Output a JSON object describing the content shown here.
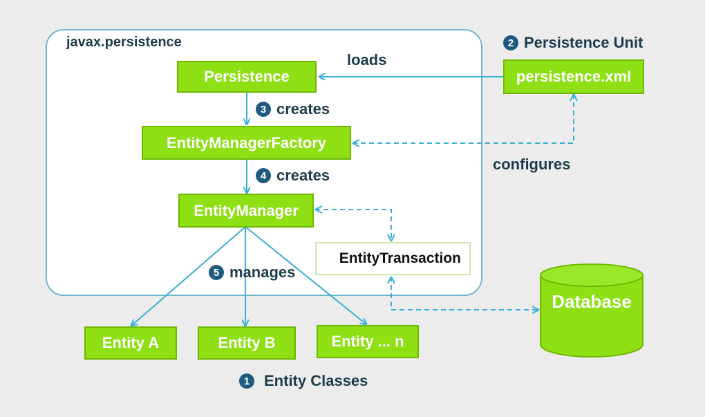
{
  "package": {
    "label": "javax.persistence"
  },
  "persistence_unit": {
    "number": "2",
    "label": "Persistence Unit"
  },
  "nodes": {
    "persistence": "Persistence",
    "persistence_xml": "persistence.xml",
    "entity_manager_factory": "EntityManagerFactory",
    "entity_manager": "EntityManager",
    "entity_transaction": "EntityTransaction",
    "entity_a": "Entity A",
    "entity_b": "Entity B",
    "entity_n": "Entity ... n",
    "database": "Database"
  },
  "edges": {
    "loads": "loads",
    "creates_emf": {
      "number": "3",
      "label": "creates"
    },
    "configures": "configures",
    "creates_em": {
      "number": "4",
      "label": "creates"
    },
    "manages": {
      "number": "5",
      "label": "manages"
    }
  },
  "entity_classes": {
    "number": "1",
    "label": "Entity Classes"
  },
  "colors": {
    "box_fill": "#8ee014",
    "box_border": "#6fb800",
    "arrow": "#3aaed8",
    "badge": "#1e5a80",
    "text_dark": "#1e3c4a"
  }
}
